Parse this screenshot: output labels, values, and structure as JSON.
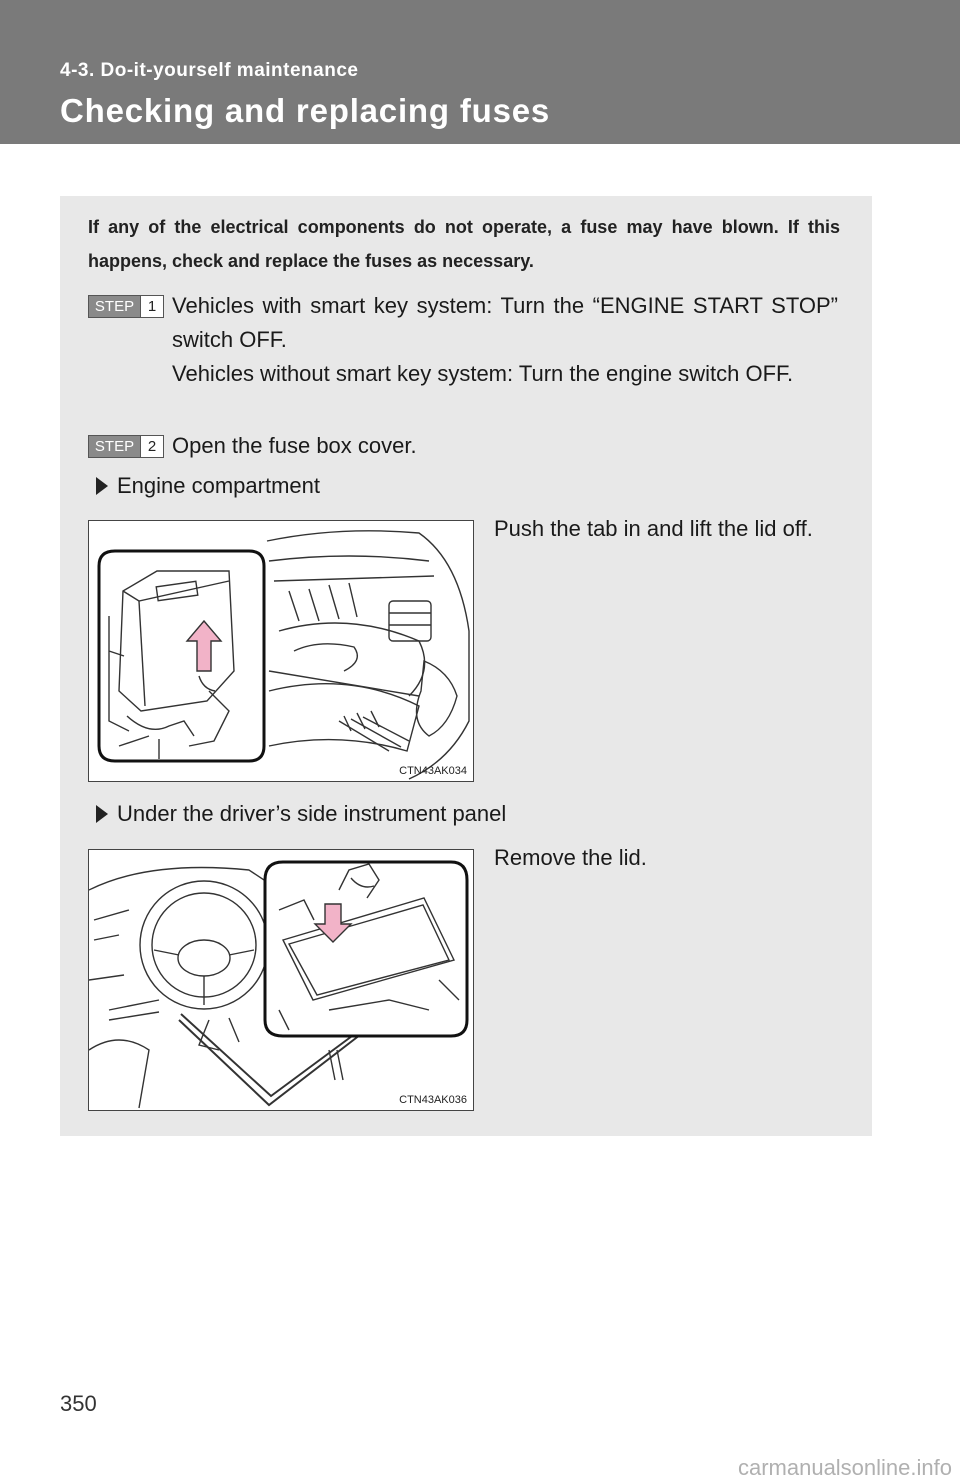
{
  "header": {
    "section": "4-3. Do-it-yourself maintenance",
    "title": "Checking and replacing fuses"
  },
  "intro": "If any of the electrical components do not operate, a fuse may have blown. If this happens, check and replace the fuses as necessary.",
  "steps": [
    {
      "label": "STEP",
      "number": "1",
      "text_a": "Vehicles with smart key system: Turn the “ENGINE START STOP” switch OFF.",
      "text_b": "Vehicles without smart key system: Turn the engine switch OFF."
    },
    {
      "label": "STEP",
      "number": "2",
      "text_a": "Open the fuse box cover."
    }
  ],
  "items": [
    {
      "heading": "Engine compartment",
      "caption": "Push the tab in and lift the lid off.",
      "figure_code": "CTN43AK034",
      "icon": "arrow-right-icon"
    },
    {
      "heading": "Under the driver’s side instrument panel",
      "caption": "Remove the lid.",
      "figure_code": "CTN43AK036",
      "icon": "arrow-right-icon"
    }
  ],
  "page_number": "350",
  "watermark": "carmanualsonline.info",
  "colors": {
    "header_bg": "#7a7a7a",
    "panel_bg": "#e8e8e8",
    "arrow_accent": "#f2b3c8"
  }
}
